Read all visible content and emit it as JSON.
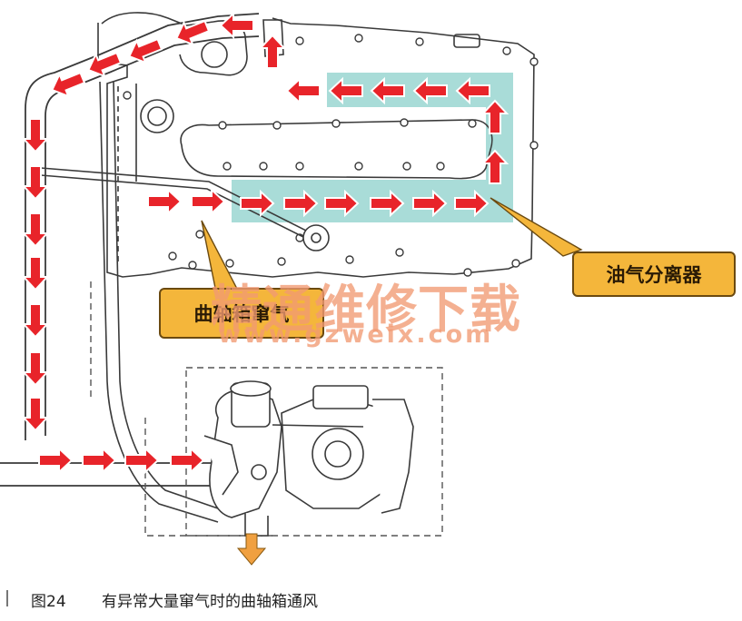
{
  "labels": {
    "oil_separator": "油气分离器",
    "crankcase_blowby": "曲轴箱窜气"
  },
  "watermark": {
    "chinese": "精通维修下载",
    "url": "www.gzweix.com"
  },
  "caption": {
    "figure_number": "图24",
    "text": "有异常大量窜气时的曲轴箱通风"
  },
  "colors": {
    "arrow_red": "#e8242a",
    "arrow_outline": "#ffffff",
    "separator_highlight": "#a9dcd8",
    "callout_fill": "#f4b63b",
    "exhaust_arrow": "#f0a040",
    "line_art": "#3a3a3a"
  },
  "icons": {
    "flow_arrow": "right-pointing-block-arrow",
    "exhaust_arrow": "down-pointing-block-arrow"
  }
}
